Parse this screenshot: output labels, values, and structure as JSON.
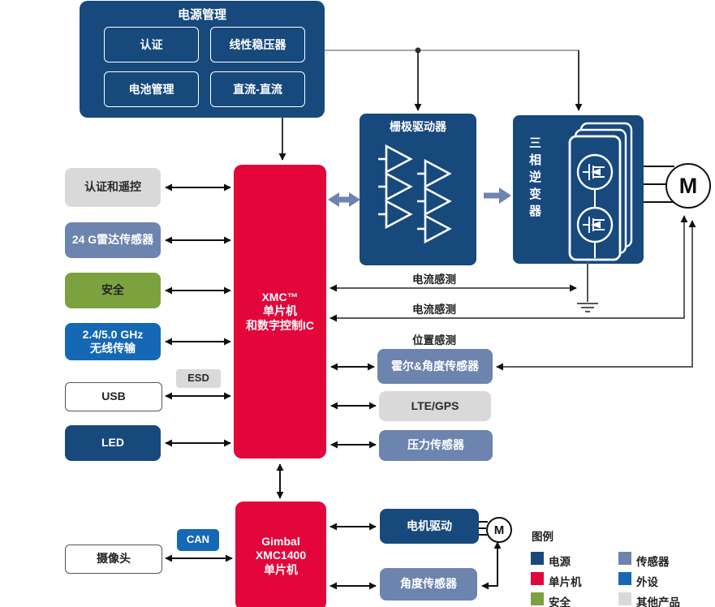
{
  "power_management": {
    "title": "电源管理",
    "items": [
      {
        "label": "认证"
      },
      {
        "label": "线性稳压器"
      },
      {
        "label": "电池管理"
      },
      {
        "label": "直流-直流"
      }
    ]
  },
  "left_column": {
    "auth_remote": "认证和遥控",
    "radar": "24 G雷达传感器",
    "safety": "安全",
    "wireless_line1": "2.4/5.0 GHz",
    "wireless_line2": "无线传输",
    "usb": "USB",
    "led": "LED",
    "camera": "摄像头"
  },
  "tags": {
    "esd": "ESD",
    "can": "CAN"
  },
  "main_mcu": {
    "line1": "XMC™",
    "line2": "单片机",
    "line3": "和数字控制IC"
  },
  "gimbal_mcu": {
    "line1": "Gimbal",
    "line2": "XMC1400",
    "line3": "单片机"
  },
  "gate_driver": {
    "title": "栅极驱动器"
  },
  "inverter": {
    "title": "三相逆变器"
  },
  "motor": {
    "label": "M"
  },
  "gimbal_motor": {
    "label": "M"
  },
  "sense_labels": {
    "current1": "电流感测",
    "current2": "电流感测",
    "position": "位置感测"
  },
  "right_boxes": {
    "hall": "霍尔&角度传感器",
    "lte": "LTE/GPS",
    "pressure": "压力传感器"
  },
  "gimbal_boxes": {
    "motor_drive": "电机驱动",
    "angle": "角度传感器"
  },
  "legend": {
    "title": "图例",
    "items": [
      {
        "label": "电源",
        "color": "#17497D"
      },
      {
        "label": "单片机",
        "color": "#E3063A"
      },
      {
        "label": "安全",
        "color": "#7CA23F"
      },
      {
        "label": "传感器",
        "color": "#6C84AE"
      },
      {
        "label": "外设",
        "color": "#1568B3"
      },
      {
        "label": "其他产品",
        "color": "#D9D9D9"
      }
    ]
  },
  "colors": {
    "power_navy": "#17497D",
    "mcu_red": "#E3063A",
    "safety_green": "#7CA23F",
    "sensor_blue_gray": "#6C84AE",
    "peripheral_blue": "#1568B3",
    "other_gray": "#D9D9D9"
  }
}
